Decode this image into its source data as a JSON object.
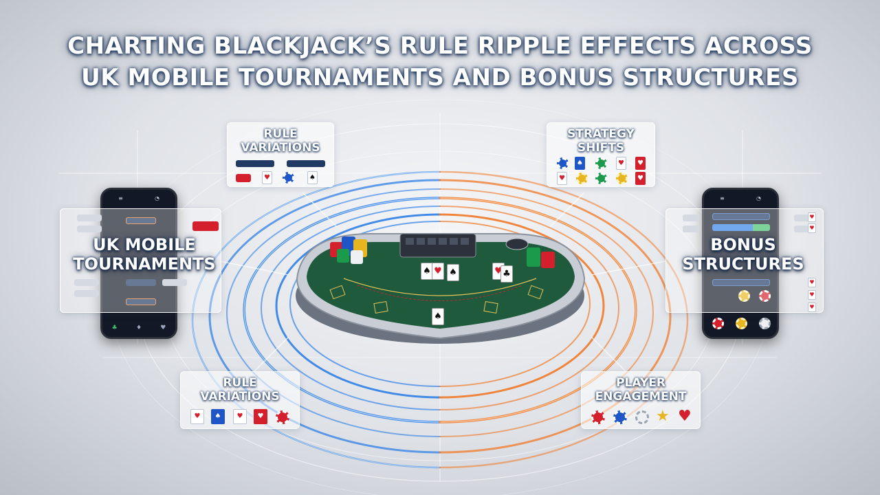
{
  "title": {
    "line1": "CHARTING BLACKJACK’S RULE RIPPLE EFFECTS ACROSS",
    "line2": "UK MOBILE TOURNAMENTS AND BONUS STRUCTURES"
  },
  "panels": {
    "rule_variations_top": {
      "line1": "RULE",
      "line2": "VARIATIONS"
    },
    "strategy_shifts": {
      "line1": "STRATEGY",
      "line2": "SHIFTS"
    },
    "rule_variations_bottom": {
      "line1": "RULE",
      "line2": "VARIATIONS"
    },
    "player_engagement": {
      "line1": "PLAYER",
      "line2": "ENGAGEMENT"
    }
  },
  "labels": {
    "uk_mobile_tournaments": {
      "line1": "UK MOBILE",
      "line2": "TOURNAMENTS"
    },
    "bonus_structures": {
      "line1": "BONUS",
      "line2": "STRUCTURES"
    }
  },
  "colors": {
    "ripple_blue": "#2f7fe6",
    "ripple_orange": "#f07a2a",
    "felt_green": "#1f5a3c",
    "chip_red": "#d3202c",
    "chip_blue": "#1f56c7",
    "chip_green": "#1c9a4c",
    "chip_gold": "#e6b51f"
  },
  "icons": {
    "card_heart": "♥",
    "card_spade": "♠",
    "heart": "♥",
    "star": "★",
    "club": "♣",
    "diamond": "♦"
  }
}
